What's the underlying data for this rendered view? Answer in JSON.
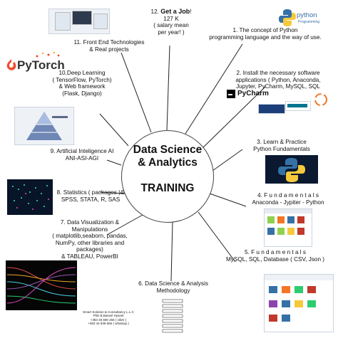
{
  "center": {
    "line1": "Data Science",
    "line2": "& Analytics",
    "line3": "TRAINING"
  },
  "items": {
    "s1": {
      "text": "1. The concept of Python\nprogramming language and the way of use."
    },
    "s2": {
      "text": "2. Install the necessary software\napplications ( Python, Anaconda,\nJupyter, PyCharm, MySQL, SQL"
    },
    "s3": {
      "text": "3.  Learn  &  Practice\nPython Fundamentals"
    },
    "s4": {
      "text": "4. F u n d a m e n t a l s\nAnaconda - Jypiter - Python"
    },
    "s5": {
      "text": "5.      F u n d a m e n t a l s\nMySQL, SQL, Database ( CSV, Json )"
    },
    "s6": {
      "text": "6. Data Science & Analysis\nMethodology"
    },
    "s7": {
      "text": "7. Data Visualization &\nManipulations\n( matplotlib,seaborn, pandas,\nNumPy, other libraries and packages)\n& TABLEAU, PowerBI"
    },
    "s8": {
      "text": "8. Statistics ( packages )&\nSPSS, STATA, R, SAS"
    },
    "s9": {
      "text": "9. Artificial Inteligence AI\nANI-ASI-AGI"
    },
    "s10": {
      "text": "10.Deep Learning\n( TensorFlow, PyTorch)\n& Web framework\n(Flask, Django)"
    },
    "s11": {
      "text": "11. Front End Technologies\n& Real projects"
    },
    "s12_a": "12. ",
    "s12_b": "Get a Job",
    "s12_c": "!\n127 K\n( salary mean\nper year! )"
  },
  "logos": {
    "python_word": "python",
    "python_sub": "Programming",
    "pytorch": "PyTorch",
    "pycharm": "PyCharm"
  },
  "footer": {
    "line1": "Smart Solution & Consultancy L.L.C",
    "line2": "PhD B.Bassel Hyseel",
    "line3": "+383 49 590 255 ( viber )",
    "line4": "+383 44 938 666 ( whatsup )"
  },
  "colors": {
    "python_blue": "#3671a6",
    "python_yellow": "#f5c93b",
    "pytorch_orange": "#ee4c2c"
  }
}
